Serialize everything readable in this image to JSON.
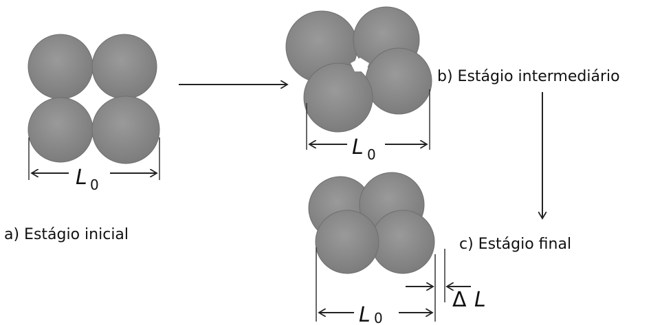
{
  "stages": {
    "initial_label": "a) Estágio inicial",
    "intermediate_label": "b) Estágio intermediário",
    "final_label": "c) Estágio final"
  },
  "dimensions": {
    "length_symbol": "L",
    "length_subscript": "0",
    "delta_symbol": "Δ",
    "delta_length_symbol": "L"
  },
  "colors": {
    "particle_fill": "#8f8f8f",
    "particle_edge": "#6f6f6f",
    "line": "#222222"
  }
}
